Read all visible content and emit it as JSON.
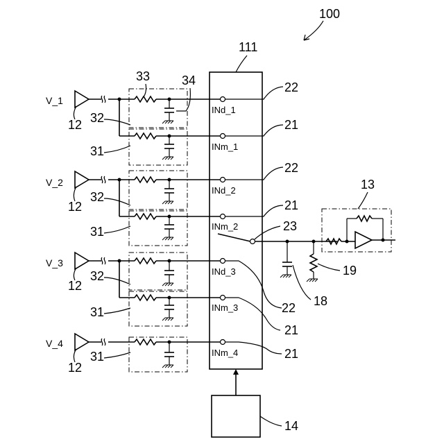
{
  "figure_ref": "100",
  "mux_ref": "111",
  "controller_ref": "14",
  "buffer_ref": "12",
  "filter_ref_31": "31",
  "filter_ref_32": "32",
  "resistor_ref": "33",
  "capacitor_ref": "34",
  "switch_ref": "23",
  "amp_ref": "13",
  "hold_cap_ref": "18",
  "load_res_ref": "19",
  "ref_21": "21",
  "ref_22": "22",
  "channels": [
    {
      "voltage": "V_1",
      "pins": [
        "INd_1",
        "INm_1"
      ]
    },
    {
      "voltage": "V_2",
      "pins": [
        "INd_2",
        "INm_2"
      ]
    },
    {
      "voltage": "V_3",
      "pins": [
        "INd_3",
        "INm_3"
      ]
    },
    {
      "voltage": "V_4",
      "pins": [
        "INm_4"
      ]
    }
  ]
}
